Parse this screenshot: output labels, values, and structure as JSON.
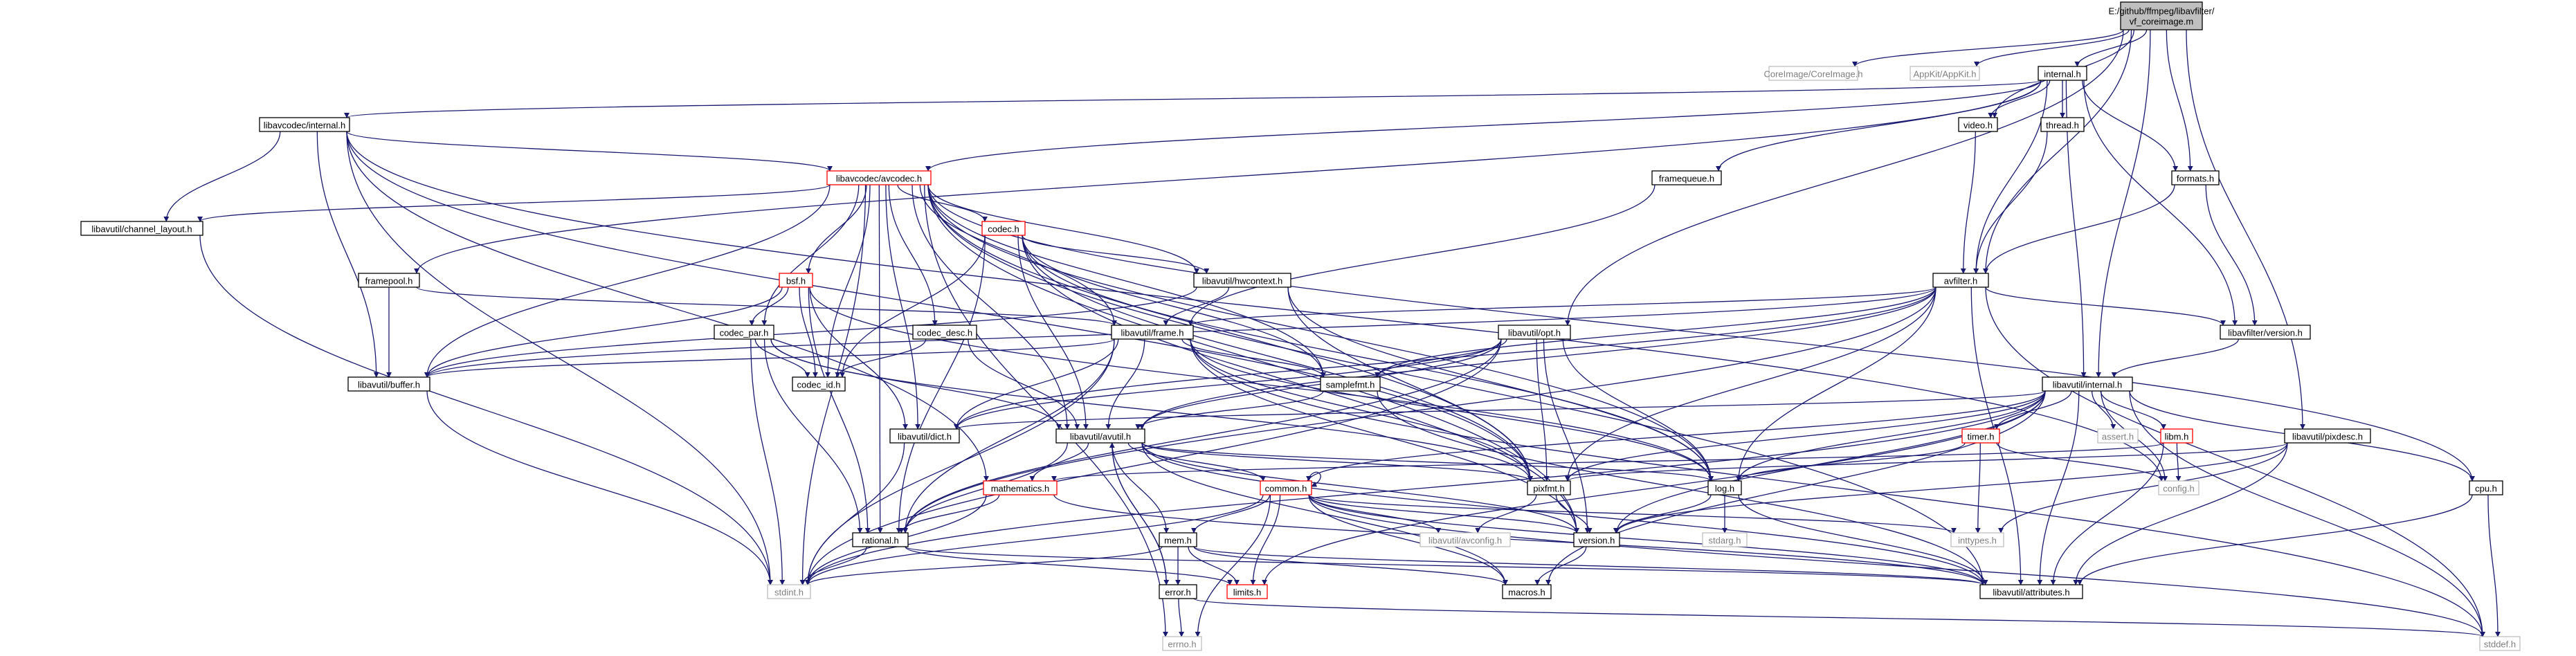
{
  "graph": {
    "colors": {
      "edge": "#191970",
      "text": "#000000",
      "normal_border": "#000000",
      "normal_fill": "#ffffff",
      "root_fill": "#bfbfbf",
      "external_border": "#bfbfbf",
      "external_text": "#808080",
      "truncated_border": "#ff0000"
    },
    "nodes": [
      {
        "id": "root",
        "label": "E:/github/ffmpeg/libavfilter/vf_coreimage.m",
        "kind": "root"
      },
      {
        "id": "coreimage",
        "label": "CoreImage/CoreImage.h",
        "kind": "external"
      },
      {
        "id": "appkit",
        "label": "AppKit/AppKit.h",
        "kind": "external"
      },
      {
        "id": "internal_lavfi",
        "label": "internal.h",
        "kind": "normal"
      },
      {
        "id": "lavc_internal",
        "label": "libavcodec/internal.h",
        "kind": "normal"
      },
      {
        "id": "video",
        "label": "video.h",
        "kind": "normal"
      },
      {
        "id": "thread",
        "label": "thread.h",
        "kind": "normal"
      },
      {
        "id": "framequeue",
        "label": "framequeue.h",
        "kind": "normal"
      },
      {
        "id": "formats",
        "label": "formats.h",
        "kind": "normal"
      },
      {
        "id": "avcodec",
        "label": "libavcodec/avcodec.h",
        "kind": "truncated"
      },
      {
        "id": "channel_layout",
        "label": "libavutil/channel_layout.h",
        "kind": "normal"
      },
      {
        "id": "codec",
        "label": "codec.h",
        "kind": "truncated"
      },
      {
        "id": "bsf",
        "label": "bsf.h",
        "kind": "truncated"
      },
      {
        "id": "hwcontext",
        "label": "libavutil/hwcontext.h",
        "kind": "normal"
      },
      {
        "id": "framepool",
        "label": "framepool.h",
        "kind": "normal"
      },
      {
        "id": "avfilter",
        "label": "avfilter.h",
        "kind": "normal"
      },
      {
        "id": "avfilterversion",
        "label": "libavfilter/version.h",
        "kind": "normal"
      },
      {
        "id": "codec_par",
        "label": "codec_par.h",
        "kind": "normal"
      },
      {
        "id": "codec_desc",
        "label": "codec_desc.h",
        "kind": "normal"
      },
      {
        "id": "frame",
        "label": "libavutil/frame.h",
        "kind": "normal"
      },
      {
        "id": "opt",
        "label": "libavutil/opt.h",
        "kind": "normal"
      },
      {
        "id": "buffer",
        "label": "libavutil/buffer.h",
        "kind": "normal"
      },
      {
        "id": "codec_id",
        "label": "codec_id.h",
        "kind": "normal"
      },
      {
        "id": "samplefmt",
        "label": "samplefmt.h",
        "kind": "normal"
      },
      {
        "id": "avutil_internal",
        "label": "libavutil/internal.h",
        "kind": "normal"
      },
      {
        "id": "dict",
        "label": "libavutil/dict.h",
        "kind": "normal"
      },
      {
        "id": "avutil",
        "label": "libavutil/avutil.h",
        "kind": "normal"
      },
      {
        "id": "timer",
        "label": "timer.h",
        "kind": "truncated"
      },
      {
        "id": "assert",
        "label": "assert.h",
        "kind": "external"
      },
      {
        "id": "libm",
        "label": "libm.h",
        "kind": "truncated"
      },
      {
        "id": "pixdesc",
        "label": "libavutil/pixdesc.h",
        "kind": "normal"
      },
      {
        "id": "mathematics",
        "label": "mathematics.h",
        "kind": "truncated"
      },
      {
        "id": "common",
        "label": "common.h",
        "kind": "truncated"
      },
      {
        "id": "pixfmt",
        "label": "pixfmt.h",
        "kind": "normal"
      },
      {
        "id": "log",
        "label": "log.h",
        "kind": "normal"
      },
      {
        "id": "config",
        "label": "config.h",
        "kind": "external"
      },
      {
        "id": "cpu",
        "label": "cpu.h",
        "kind": "normal"
      },
      {
        "id": "rational",
        "label": "rational.h",
        "kind": "normal"
      },
      {
        "id": "mem",
        "label": "mem.h",
        "kind": "normal"
      },
      {
        "id": "avconfig",
        "label": "libavutil/avconfig.h",
        "kind": "external"
      },
      {
        "id": "version",
        "label": "version.h",
        "kind": "normal"
      },
      {
        "id": "stdarg",
        "label": "stdarg.h",
        "kind": "external"
      },
      {
        "id": "inttypes",
        "label": "inttypes.h",
        "kind": "external"
      },
      {
        "id": "stdint",
        "label": "stdint.h",
        "kind": "external"
      },
      {
        "id": "limits",
        "label": "limits.h",
        "kind": "truncated"
      },
      {
        "id": "error",
        "label": "error.h",
        "kind": "normal"
      },
      {
        "id": "macros",
        "label": "macros.h",
        "kind": "normal"
      },
      {
        "id": "attributes",
        "label": "libavutil/attributes.h",
        "kind": "normal"
      },
      {
        "id": "errno",
        "label": "errno.h",
        "kind": "external"
      },
      {
        "id": "stddef",
        "label": "stddef.h",
        "kind": "external"
      }
    ],
    "edges": [
      [
        "root",
        "coreimage"
      ],
      [
        "root",
        "appkit"
      ],
      [
        "root",
        "internal_lavfi"
      ],
      [
        "root",
        "video"
      ],
      [
        "root",
        "formats"
      ],
      [
        "root",
        "avfilter"
      ],
      [
        "root",
        "avutil_internal"
      ],
      [
        "root",
        "pixdesc"
      ],
      [
        "root",
        "opt"
      ],
      [
        "internal_lavfi",
        "lavc_internal"
      ],
      [
        "internal_lavfi",
        "video"
      ],
      [
        "internal_lavfi",
        "thread"
      ],
      [
        "internal_lavfi",
        "framequeue"
      ],
      [
        "internal_lavfi",
        "formats"
      ],
      [
        "internal_lavfi",
        "avfilter"
      ],
      [
        "internal_lavfi",
        "framepool"
      ],
      [
        "internal_lavfi",
        "avcodec"
      ],
      [
        "internal_lavfi",
        "avfilterversion"
      ],
      [
        "internal_lavfi",
        "avutil_internal"
      ],
      [
        "lavc_internal",
        "avcodec"
      ],
      [
        "lavc_internal",
        "channel_layout"
      ],
      [
        "lavc_internal",
        "buffer"
      ],
      [
        "lavc_internal",
        "mathematics"
      ],
      [
        "lavc_internal",
        "pixfmt"
      ],
      [
        "lavc_internal",
        "stdint"
      ],
      [
        "lavc_internal",
        "config"
      ],
      [
        "video",
        "avfilter"
      ],
      [
        "thread",
        "avfilter"
      ],
      [
        "formats",
        "avfilter"
      ],
      [
        "formats",
        "avfilterversion"
      ],
      [
        "framequeue",
        "frame"
      ],
      [
        "avcodec",
        "channel_layout"
      ],
      [
        "avcodec",
        "codec"
      ],
      [
        "avcodec",
        "bsf"
      ],
      [
        "avcodec",
        "hwcontext"
      ],
      [
        "avcodec",
        "codec_par"
      ],
      [
        "avcodec",
        "codec_desc"
      ],
      [
        "avcodec",
        "codec_id"
      ],
      [
        "avcodec",
        "frame"
      ],
      [
        "avcodec",
        "samplefmt"
      ],
      [
        "avcodec",
        "dict"
      ],
      [
        "avcodec",
        "avutil"
      ],
      [
        "avcodec",
        "buffer"
      ],
      [
        "avcodec",
        "rational"
      ],
      [
        "avcodec",
        "log"
      ],
      [
        "avcodec",
        "pixfmt"
      ],
      [
        "avcodec",
        "attributes"
      ],
      [
        "avcodec",
        "version"
      ],
      [
        "avcodec",
        "stdint"
      ],
      [
        "avcodec",
        "errno"
      ],
      [
        "avcodec",
        "cpu"
      ],
      [
        "channel_layout",
        "stdint"
      ],
      [
        "codec",
        "hwcontext"
      ],
      [
        "codec",
        "codec_id"
      ],
      [
        "codec",
        "avutil"
      ],
      [
        "codec",
        "log"
      ],
      [
        "codec",
        "pixfmt"
      ],
      [
        "codec",
        "rational"
      ],
      [
        "codec",
        "samplefmt"
      ],
      [
        "codec",
        "version"
      ],
      [
        "bsf",
        "codec_par"
      ],
      [
        "bsf",
        "codec_id"
      ],
      [
        "bsf",
        "dict"
      ],
      [
        "bsf",
        "log"
      ],
      [
        "bsf",
        "rational"
      ],
      [
        "bsf",
        "buffer"
      ],
      [
        "hwcontext",
        "frame"
      ],
      [
        "hwcontext",
        "buffer"
      ],
      [
        "hwcontext",
        "pixfmt"
      ],
      [
        "hwcontext",
        "log"
      ],
      [
        "framepool",
        "buffer"
      ],
      [
        "framepool",
        "frame"
      ],
      [
        "avfilter",
        "frame"
      ],
      [
        "avfilter",
        "avfilterversion"
      ],
      [
        "avfilter",
        "dict"
      ],
      [
        "avfilter",
        "log"
      ],
      [
        "avfilter",
        "samplefmt"
      ],
      [
        "avfilter",
        "pixfmt"
      ],
      [
        "avfilter",
        "rational"
      ],
      [
        "avfilter",
        "avutil"
      ],
      [
        "avfilter",
        "buffer"
      ],
      [
        "avfilter",
        "attributes"
      ],
      [
        "avfilter",
        "stddef"
      ],
      [
        "avfilterversion",
        "avutil_internal"
      ],
      [
        "codec_par",
        "codec_id"
      ],
      [
        "codec_par",
        "avutil"
      ],
      [
        "codec_par",
        "rational"
      ],
      [
        "codec_par",
        "pixfmt"
      ],
      [
        "codec_par",
        "stdint"
      ],
      [
        "codec_desc",
        "codec_id"
      ],
      [
        "codec_desc",
        "avutil"
      ],
      [
        "frame",
        "buffer"
      ],
      [
        "frame",
        "dict"
      ],
      [
        "frame",
        "avutil"
      ],
      [
        "frame",
        "samplefmt"
      ],
      [
        "frame",
        "rational"
      ],
      [
        "frame",
        "pixfmt"
      ],
      [
        "frame",
        "log"
      ],
      [
        "frame",
        "version"
      ],
      [
        "frame",
        "stdint"
      ],
      [
        "frame",
        "stddef"
      ],
      [
        "opt",
        "samplefmt"
      ],
      [
        "opt",
        "dict"
      ],
      [
        "opt",
        "avutil"
      ],
      [
        "opt",
        "rational"
      ],
      [
        "opt",
        "pixfmt"
      ],
      [
        "opt",
        "log"
      ],
      [
        "opt",
        "version"
      ],
      [
        "opt",
        "stdint"
      ],
      [
        "buffer",
        "stdint"
      ],
      [
        "samplefmt",
        "avutil"
      ],
      [
        "samplefmt",
        "attributes"
      ],
      [
        "avutil_internal",
        "dict"
      ],
      [
        "avutil_internal",
        "pixfmt"
      ],
      [
        "avutil_internal",
        "timer"
      ],
      [
        "avutil_internal",
        "assert"
      ],
      [
        "avutil_internal",
        "libm"
      ],
      [
        "avutil_internal",
        "config"
      ],
      [
        "avutil_internal",
        "cpu"
      ],
      [
        "avutil_internal",
        "log"
      ],
      [
        "avutil_internal",
        "common"
      ],
      [
        "avutil_internal",
        "attributes"
      ],
      [
        "avutil_internal",
        "version"
      ],
      [
        "avutil_internal",
        "limits"
      ],
      [
        "avutil_internal",
        "macros"
      ],
      [
        "avutil_internal",
        "stdint"
      ],
      [
        "avutil_internal",
        "stddef"
      ],
      [
        "dict",
        "stdint"
      ],
      [
        "avutil",
        "mathematics"
      ],
      [
        "avutil",
        "common"
      ],
      [
        "avutil",
        "rational"
      ],
      [
        "avutil",
        "version"
      ],
      [
        "avutil",
        "macros"
      ],
      [
        "avutil",
        "pixfmt"
      ],
      [
        "avutil",
        "log"
      ],
      [
        "avutil",
        "error"
      ],
      [
        "avutil",
        "mem"
      ],
      [
        "avutil",
        "attributes"
      ],
      [
        "timer",
        "log"
      ],
      [
        "timer",
        "config"
      ],
      [
        "timer",
        "inttypes"
      ],
      [
        "libm",
        "config"
      ],
      [
        "libm",
        "attributes"
      ],
      [
        "libm",
        "mathematics"
      ],
      [
        "pixdesc",
        "pixfmt"
      ],
      [
        "pixdesc",
        "attributes"
      ],
      [
        "pixdesc",
        "version"
      ],
      [
        "pixdesc",
        "inttypes"
      ],
      [
        "mathematics",
        "rational"
      ],
      [
        "mathematics",
        "stdint"
      ],
      [
        "mathematics",
        "attributes"
      ],
      [
        "common",
        "avconfig"
      ],
      [
        "common",
        "mem"
      ],
      [
        "common",
        "attributes"
      ],
      [
        "common",
        "macros"
      ],
      [
        "common",
        "version"
      ],
      [
        "common",
        "inttypes"
      ],
      [
        "common",
        "limits"
      ],
      [
        "common",
        "errno"
      ],
      [
        "common",
        "stdint"
      ],
      [
        "common",
        "stddef"
      ],
      [
        "common",
        "common"
      ],
      [
        "pixfmt",
        "avconfig"
      ],
      [
        "pixfmt",
        "version"
      ],
      [
        "log",
        "attributes"
      ],
      [
        "log",
        "version"
      ],
      [
        "log",
        "stdarg"
      ],
      [
        "cpu",
        "attributes"
      ],
      [
        "cpu",
        "stddef"
      ],
      [
        "rational",
        "attributes"
      ],
      [
        "rational",
        "stdint"
      ],
      [
        "rational",
        "limits"
      ],
      [
        "mem",
        "error"
      ],
      [
        "mem",
        "macros"
      ],
      [
        "mem",
        "attributes"
      ],
      [
        "mem",
        "limits"
      ],
      [
        "mem",
        "stdint"
      ],
      [
        "error",
        "errno"
      ],
      [
        "error",
        "stddef"
      ],
      [
        "error",
        "avutil"
      ],
      [
        "version",
        "macros"
      ]
    ]
  }
}
